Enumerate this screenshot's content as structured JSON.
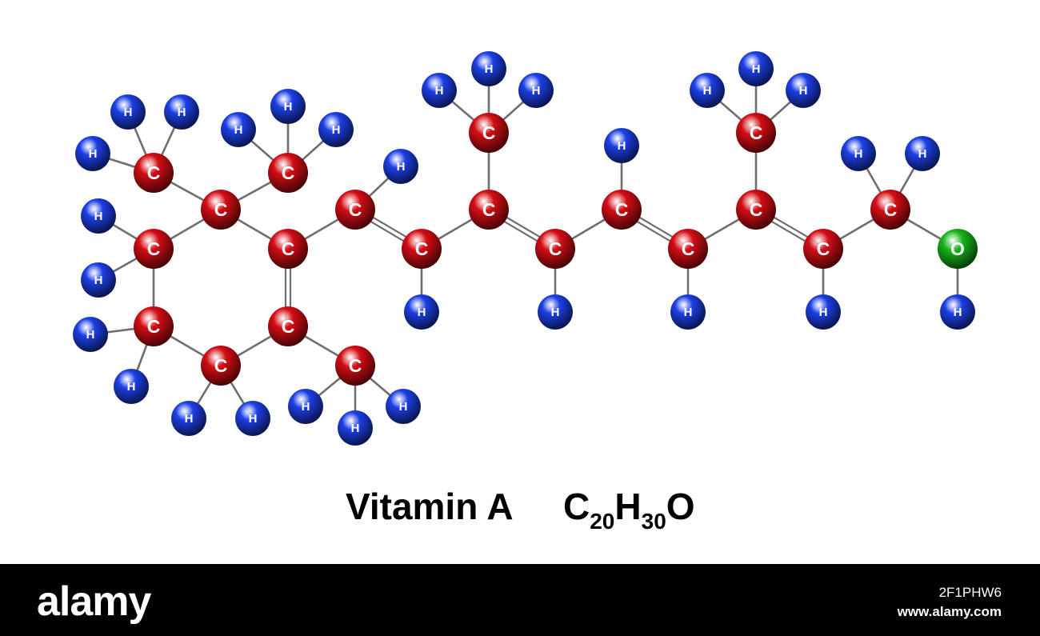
{
  "caption": {
    "name": "Vitamin A",
    "formula": {
      "c": "C",
      "c_count": "20",
      "h": "H",
      "h_count": "30",
      "o": "O"
    }
  },
  "footer": {
    "brand": "alamy",
    "image_id": "2F1PHW6",
    "site": "www.alamy.com"
  },
  "colors": {
    "carbon": "#d40d14",
    "hydrogen": "#1c3fe6",
    "oxygen": "#17b51b",
    "bond": "#6e6e6e",
    "footer_bg": "#000000"
  },
  "atom_labels": {
    "carbon": "C",
    "hydrogen": "H",
    "oxygen": "O"
  }
}
